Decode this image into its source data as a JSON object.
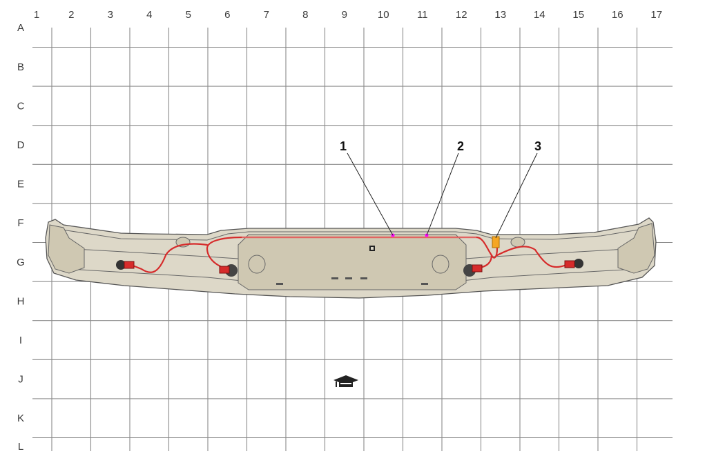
{
  "grid": {
    "columns": [
      "1",
      "2",
      "3",
      "4",
      "5",
      "6",
      "7",
      "8",
      "9",
      "10",
      "11",
      "12",
      "13",
      "14",
      "15",
      "16",
      "17"
    ],
    "rows": [
      "A",
      "B",
      "C",
      "D",
      "E",
      "F",
      "G",
      "H",
      "I",
      "J",
      "K",
      "L"
    ]
  },
  "callouts": [
    {
      "number": "1"
    },
    {
      "number": "2"
    },
    {
      "number": "3"
    }
  ],
  "colors": {
    "grid": "#8a8a8a",
    "bumper": "#ddd8c8",
    "harness": "#d62b2b",
    "connector": "#d62b2b",
    "marker": "#ff00ff",
    "clip": "#f5a623"
  },
  "icons": [
    "graduation-cap-icon"
  ]
}
